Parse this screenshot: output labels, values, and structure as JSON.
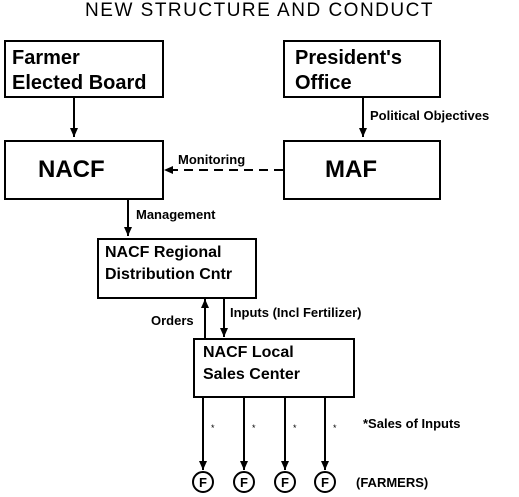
{
  "title": "NEW STRUCTURE AND CONDUCT",
  "nodes": {
    "board": {
      "line1": "Farmer",
      "line2": "Elected Board"
    },
    "president": {
      "line1": "President's",
      "line2": "Office"
    },
    "nacf": {
      "label": "NACF"
    },
    "maf": {
      "label": "MAF"
    },
    "regional": {
      "line1": "NACF Regional",
      "line2": "Distribution Cntr"
    },
    "local": {
      "line1": "NACF Local",
      "line2": "Sales Center"
    },
    "farmer_symbol": "F"
  },
  "edges": {
    "political": "Political Objectives",
    "monitoring": "Monitoring",
    "management": "Management",
    "orders": "Orders",
    "inputs": "Inputs (Incl Fertilizer)",
    "sales": "*Sales of Inputs",
    "asterisk": "*",
    "farmers": "(FARMERS)"
  }
}
